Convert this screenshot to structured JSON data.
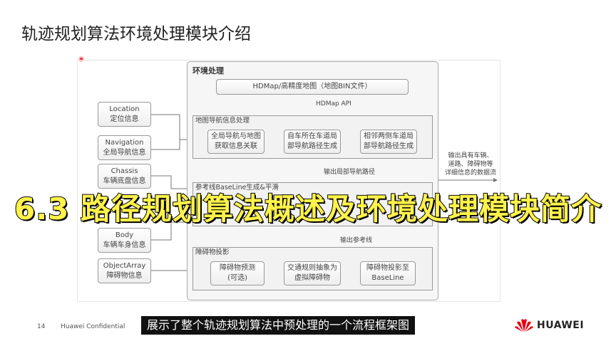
{
  "slide": {
    "title": "轨迹规划算法环境处理模块介绍",
    "page_number": "14",
    "confidential": "Huawei Confidential",
    "logo": "HUAWEI"
  },
  "inputs": [
    {
      "en": "Location",
      "zh": "定位信息"
    },
    {
      "en": "Navigation",
      "zh": "全局导航信息"
    },
    {
      "en": "Chassis",
      "zh": "车辆底盘信息"
    },
    {
      "en": "Body",
      "zh": "车辆车身信息"
    },
    {
      "en": "ObjectArray",
      "zh": "障碍物信息"
    }
  ],
  "env": {
    "title": "环境处理",
    "hdmap": "HDMap/高精度地图（地图BIN文件）",
    "api_label": "HDMap API",
    "nav_group": {
      "title": "地图导航信息处理",
      "steps": [
        "全局导航与地图\n获取信息关联",
        "自车所在车道局\n部导航路径生成",
        "相邻两侧车道局\n部导航路径生成"
      ]
    },
    "nav_output": "输出局部导航路径",
    "baseline_group": {
      "title": "参考线BaseLine生成&平滑"
    },
    "baseline_output": "输出参考线",
    "obstacle_group": {
      "title": "障碍物投影",
      "steps": [
        "障碍物预测\n(可选)",
        "交通规则抽象为\n虚拟障碍物",
        "障碍物投影至\nBaseLine"
      ]
    }
  },
  "output_label": "输出具有车辆、\n道路、障碍物等\n详细信息的数据流",
  "overlay_title": "6.3 路径规划算法概述及环境处理模块简介",
  "subtitle": "展示了整个轨迹规划算法中预处理的一个流程框架图"
}
